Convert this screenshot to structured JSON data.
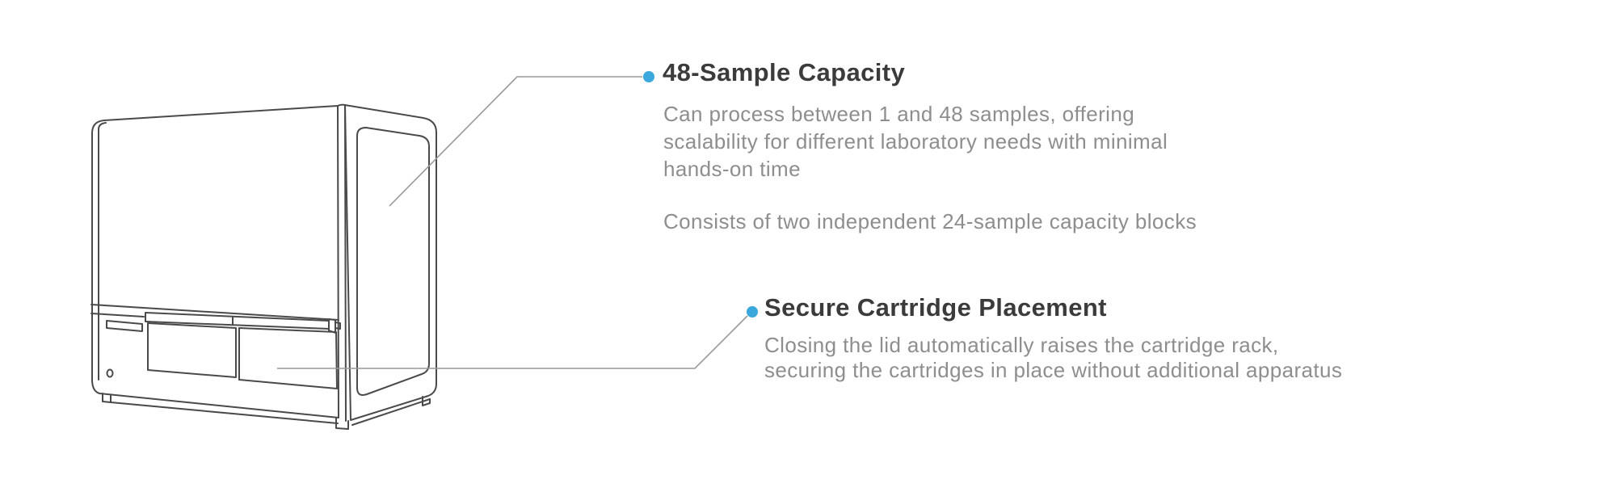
{
  "diagram": {
    "subject": "laboratory-instrument-line-drawing",
    "style": "outline product illustration with two callout leader lines"
  },
  "colors": {
    "background": "#ffffff",
    "accent_blue": "#3aa8dc",
    "title_text": "#3b3b3b",
    "body_text": "#8e8e8e",
    "leader_line": "#999999",
    "device_line": "#4a4a4a"
  },
  "callouts": [
    {
      "id": "sample-capacity",
      "title": "48-Sample Capacity",
      "body": "Can process between 1 and 48 samples, offering\nscalability for different laboratory needs with minimal\nhands-on time",
      "body2": "Consists of two independent 24-sample capacity blocks"
    },
    {
      "id": "secure-cartridge-placement",
      "title": "Secure Cartridge Placement",
      "body": "Closing the lid automatically raises the cartridge rack,\nsecuring the cartridges in place without additional apparatus"
    }
  ]
}
